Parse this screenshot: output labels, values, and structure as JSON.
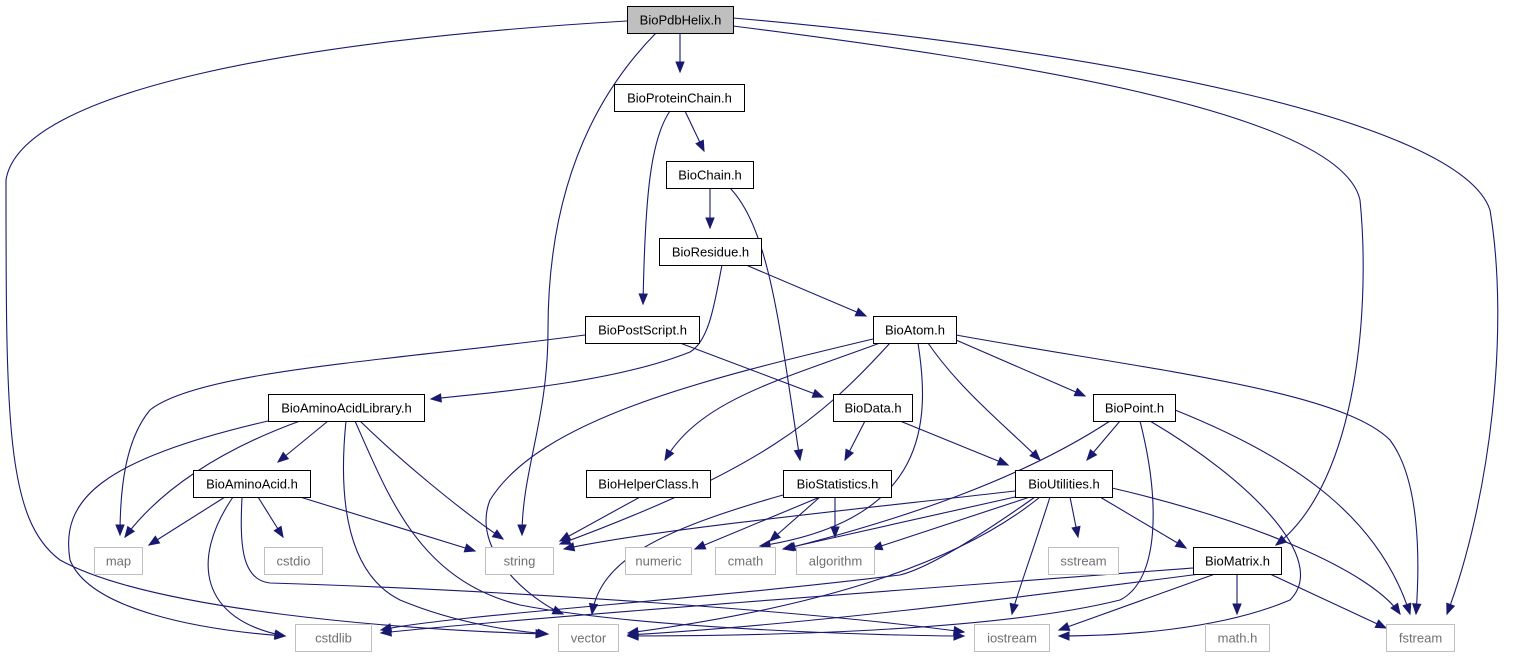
{
  "graph": {
    "accent": "#191970",
    "root_fill": "#bfbfbf",
    "project_border": "#000000",
    "system_border": "#bfbfbf",
    "nodes": [
      {
        "id": "BioPdbHelix.h",
        "label": "BioPdbHelix.h",
        "kind": "root"
      },
      {
        "id": "BioProteinChain.h",
        "label": "BioProteinChain.h",
        "kind": "project"
      },
      {
        "id": "BioChain.h",
        "label": "BioChain.h",
        "kind": "project"
      },
      {
        "id": "BioResidue.h",
        "label": "BioResidue.h",
        "kind": "project"
      },
      {
        "id": "BioPostScript.h",
        "label": "BioPostScript.h",
        "kind": "project"
      },
      {
        "id": "BioAtom.h",
        "label": "BioAtom.h",
        "kind": "project"
      },
      {
        "id": "BioAminoAcidLibrary.h",
        "label": "BioAminoAcidLibrary.h",
        "kind": "project"
      },
      {
        "id": "BioData.h",
        "label": "BioData.h",
        "kind": "project"
      },
      {
        "id": "BioPoint.h",
        "label": "BioPoint.h",
        "kind": "project"
      },
      {
        "id": "BioAminoAcid.h",
        "label": "BioAminoAcid.h",
        "kind": "project"
      },
      {
        "id": "BioHelperClass.h",
        "label": "BioHelperClass.h",
        "kind": "project"
      },
      {
        "id": "BioStatistics.h",
        "label": "BioStatistics.h",
        "kind": "project"
      },
      {
        "id": "BioUtilities.h",
        "label": "BioUtilities.h",
        "kind": "project"
      },
      {
        "id": "BioMatrix.h",
        "label": "BioMatrix.h",
        "kind": "project"
      },
      {
        "id": "map",
        "label": "map",
        "kind": "system"
      },
      {
        "id": "cstdio",
        "label": "cstdio",
        "kind": "system"
      },
      {
        "id": "string",
        "label": "string",
        "kind": "system"
      },
      {
        "id": "numeric",
        "label": "numeric",
        "kind": "system"
      },
      {
        "id": "cmath",
        "label": "cmath",
        "kind": "system"
      },
      {
        "id": "algorithm",
        "label": "algorithm",
        "kind": "system"
      },
      {
        "id": "sstream",
        "label": "sstream",
        "kind": "system"
      },
      {
        "id": "cstdlib",
        "label": "cstdlib",
        "kind": "system"
      },
      {
        "id": "vector",
        "label": "vector",
        "kind": "system"
      },
      {
        "id": "iostream",
        "label": "iostream",
        "kind": "system"
      },
      {
        "id": "math.h",
        "label": "math.h",
        "kind": "system"
      },
      {
        "id": "fstream",
        "label": "fstream",
        "kind": "system"
      }
    ],
    "edges": [
      {
        "from": "BioPdbHelix.h",
        "to": "BioProteinChain.h"
      },
      {
        "from": "BioPdbHelix.h",
        "to": "string"
      },
      {
        "from": "BioPdbHelix.h",
        "to": "vector"
      },
      {
        "from": "BioPdbHelix.h",
        "to": "BioMatrix.h"
      },
      {
        "from": "BioPdbHelix.h",
        "to": "fstream"
      },
      {
        "from": "BioProteinChain.h",
        "to": "BioChain.h"
      },
      {
        "from": "BioProteinChain.h",
        "to": "BioPostScript.h"
      },
      {
        "from": "BioChain.h",
        "to": "BioResidue.h"
      },
      {
        "from": "BioChain.h",
        "to": "BioStatistics.h"
      },
      {
        "from": "BioResidue.h",
        "to": "BioAtom.h"
      },
      {
        "from": "BioResidue.h",
        "to": "BioAminoAcidLibrary.h"
      },
      {
        "from": "BioPostScript.h",
        "to": "map"
      },
      {
        "from": "BioPostScript.h",
        "to": "BioData.h"
      },
      {
        "from": "BioAtom.h",
        "to": "BioHelperClass.h"
      },
      {
        "from": "BioAtom.h",
        "to": "BioUtilities.h"
      },
      {
        "from": "BioAtom.h",
        "to": "BioPoint.h"
      },
      {
        "from": "BioAtom.h",
        "to": "string"
      },
      {
        "from": "BioAtom.h",
        "to": "vector"
      },
      {
        "from": "BioAtom.h",
        "to": "cmath"
      },
      {
        "from": "BioAtom.h",
        "to": "fstream"
      },
      {
        "from": "BioAminoAcidLibrary.h",
        "to": "BioAminoAcid.h"
      },
      {
        "from": "BioAminoAcidLibrary.h",
        "to": "map"
      },
      {
        "from": "BioAminoAcidLibrary.h",
        "to": "string"
      },
      {
        "from": "BioAminoAcidLibrary.h",
        "to": "cstdlib"
      },
      {
        "from": "BioAminoAcidLibrary.h",
        "to": "vector"
      },
      {
        "from": "BioAminoAcidLibrary.h",
        "to": "iostream"
      },
      {
        "from": "BioData.h",
        "to": "BioStatistics.h"
      },
      {
        "from": "BioData.h",
        "to": "BioUtilities.h"
      },
      {
        "from": "BioPoint.h",
        "to": "BioUtilities.h"
      },
      {
        "from": "BioPoint.h",
        "to": "cmath"
      },
      {
        "from": "BioPoint.h",
        "to": "vector"
      },
      {
        "from": "BioPoint.h",
        "to": "iostream"
      },
      {
        "from": "BioPoint.h",
        "to": "fstream"
      },
      {
        "from": "BioAminoAcid.h",
        "to": "map"
      },
      {
        "from": "BioAminoAcid.h",
        "to": "cstdio"
      },
      {
        "from": "BioAminoAcid.h",
        "to": "string"
      },
      {
        "from": "BioAminoAcid.h",
        "to": "cstdlib"
      },
      {
        "from": "BioAminoAcid.h",
        "to": "iostream"
      },
      {
        "from": "BioHelperClass.h",
        "to": "string"
      },
      {
        "from": "BioStatistics.h",
        "to": "numeric"
      },
      {
        "from": "BioStatistics.h",
        "to": "cmath"
      },
      {
        "from": "BioStatistics.h",
        "to": "algorithm"
      },
      {
        "from": "BioStatistics.h",
        "to": "vector"
      },
      {
        "from": "BioUtilities.h",
        "to": "string"
      },
      {
        "from": "BioUtilities.h",
        "to": "cmath"
      },
      {
        "from": "BioUtilities.h",
        "to": "algorithm"
      },
      {
        "from": "BioUtilities.h",
        "to": "sstream"
      },
      {
        "from": "BioUtilities.h",
        "to": "BioMatrix.h"
      },
      {
        "from": "BioUtilities.h",
        "to": "iostream"
      },
      {
        "from": "BioUtilities.h",
        "to": "vector"
      },
      {
        "from": "BioUtilities.h",
        "to": "cstdlib"
      },
      {
        "from": "BioUtilities.h",
        "to": "fstream"
      },
      {
        "from": "BioMatrix.h",
        "to": "cstdlib"
      },
      {
        "from": "BioMatrix.h",
        "to": "vector"
      },
      {
        "from": "BioMatrix.h",
        "to": "iostream"
      },
      {
        "from": "BioMatrix.h",
        "to": "math.h"
      },
      {
        "from": "BioMatrix.h",
        "to": "fstream"
      }
    ]
  }
}
